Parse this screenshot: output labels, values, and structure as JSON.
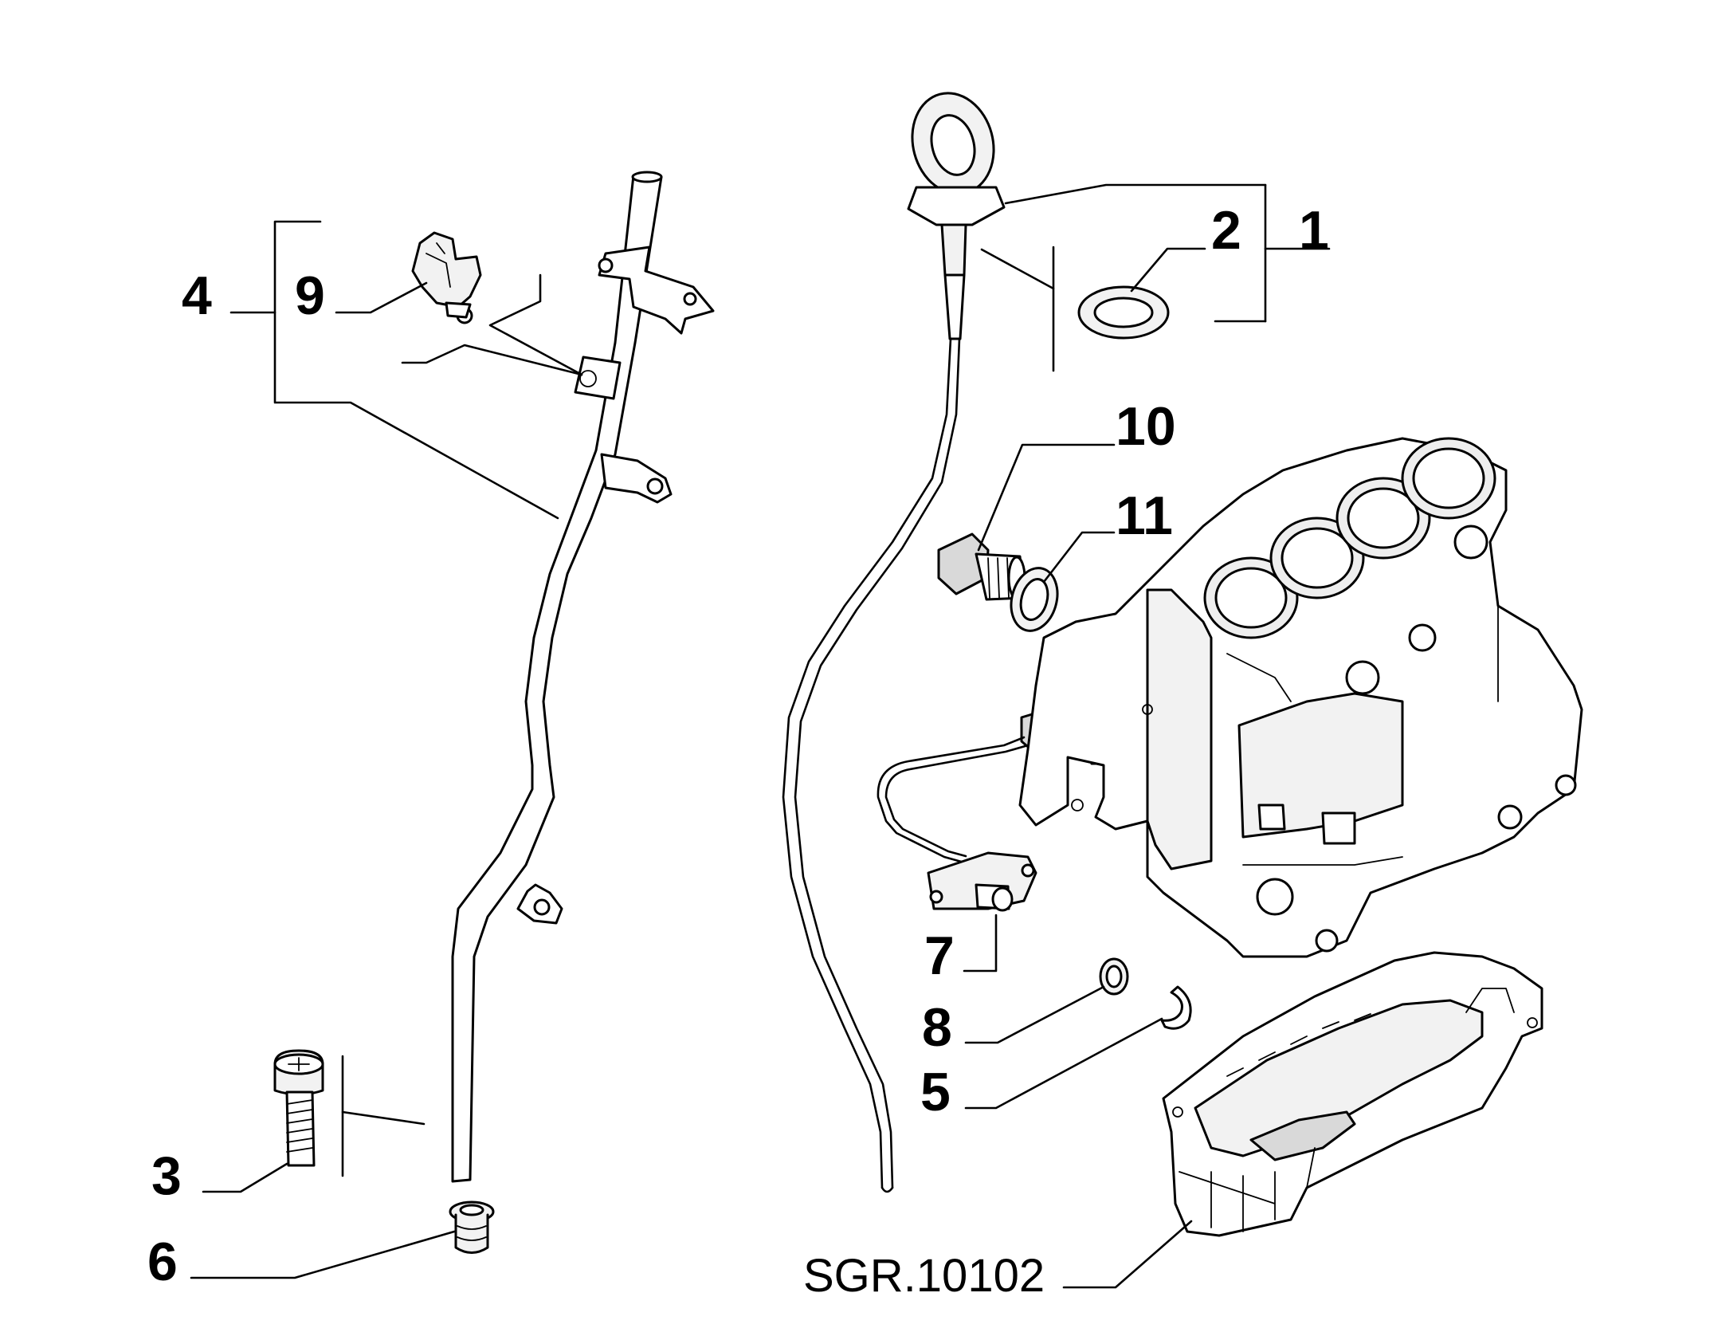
{
  "diagram": {
    "reference_code": "SGR.10102",
    "callouts": {
      "c1": "1",
      "c2": "2",
      "c3": "3",
      "c4": "4",
      "c5": "5",
      "c6": "6",
      "c7": "7",
      "c8": "8",
      "c9": "9",
      "c10": "10",
      "c11": "11"
    }
  }
}
